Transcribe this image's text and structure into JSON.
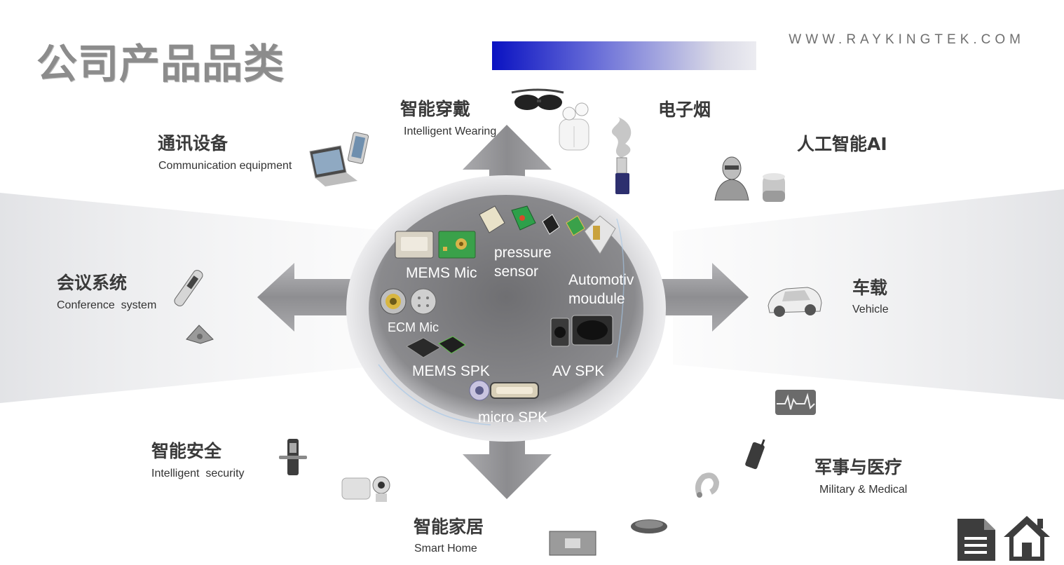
{
  "header": {
    "title": "公司产品品类",
    "url": "WWW.RAYKINGTEK.COM",
    "accent_gradient": [
      "#0a12c2",
      "#ececf1"
    ]
  },
  "center": {
    "products": [
      {
        "label": "MEMS Mic"
      },
      {
        "label": "pressure"
      },
      {
        "label": "sensor"
      },
      {
        "label": "Automotiv"
      },
      {
        "label": "moudule"
      },
      {
        "label": "ECM Mic"
      },
      {
        "label": "MEMS SPK"
      },
      {
        "label": "AV SPK"
      },
      {
        "label": "micro SPK"
      }
    ]
  },
  "categories": {
    "wearing": {
      "cn": "智能穿戴",
      "en": "Intelligent Wearing"
    },
    "ecig": {
      "cn": "电子烟"
    },
    "communication": {
      "cn": "通讯设备",
      "en": "Communication equipment"
    },
    "ai": {
      "cn": "人工智能AI"
    },
    "conference": {
      "cn": "会议系统",
      "en": "Conference  system"
    },
    "vehicle": {
      "cn": "车载",
      "en": "Vehicle"
    },
    "security": {
      "cn": "智能安全",
      "en": "Intelligent  security"
    },
    "military": {
      "cn": "军事与医疗",
      "en": "Military & Medical"
    },
    "home": {
      "cn": "智能家居",
      "en": "Smart Home"
    }
  },
  "colors": {
    "ellipse_outer": "#d9d9db",
    "ellipse_inner": "#7d7d7f",
    "arrow": "#8f8f92",
    "text_dark": "#3a3a3a"
  },
  "icons": [
    "laptop-phone-icon",
    "smart-glasses-icon",
    "earbuds-icon",
    "vape-icon",
    "robot-icon",
    "smart-speaker-icon",
    "recorder-pen-icon",
    "conference-phone-icon",
    "car-icon",
    "door-lock-icon",
    "camera-icon",
    "tv-icon",
    "robot-vacuum-icon",
    "hearing-aid-icon",
    "walkie-talkie-icon",
    "ecg-icon",
    "document-icon",
    "home-icon"
  ]
}
